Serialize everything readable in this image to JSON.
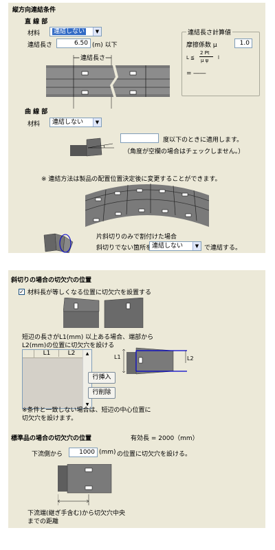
{
  "longitudinal": {
    "title": "縦方向連結条件",
    "straight": {
      "heading": "直 線 部",
      "material_label": "材料",
      "material_value": "連結しない",
      "length_label": "連結長さ",
      "length_value": "6.50",
      "length_unit": "(m) 以下",
      "diagram_label": "連結長さ"
    },
    "calc": {
      "title": "連結長さ計算値",
      "friction_label": "摩擦係数 μ",
      "friction_value": "1.0",
      "formula_lhs": "L ≦",
      "formula_num": "2 Pt",
      "formula_den": "μ ψ",
      "formula_tail": "l",
      "result": "= ――"
    },
    "curve": {
      "heading": "曲 線 部",
      "material_label": "材料",
      "material_value": "連結しない",
      "angle_value": "",
      "angle_text": "度以下のときに適用します。",
      "angle_note": "（角度が空欄の場合はチェックしません。）"
    },
    "notice": "※ 連結方法は製品の配置位置決定後に変更することができます。",
    "oblique": {
      "title": "片斜切りのみで割付けた場合",
      "prefix": "斜切りでない箇所を",
      "value": "連結しない",
      "suffix": "で連結する。"
    }
  },
  "cutout": {
    "title": "斜切りの場合の切欠穴の位置",
    "checkbox_label": "材料長が等しくなる位置に切欠穴を設置する",
    "checkbox_checked": true,
    "desc1": "短辺の長さがL1(mm) 以上ある場合、端部から",
    "desc2": "L2(mm)の位置に切欠穴を設ける",
    "grid_headers": [
      "L1",
      "L2"
    ],
    "insert_button": "行挿入",
    "delete_button": "行削除",
    "diagram_l1": "L1",
    "diagram_l2": "L2",
    "note1": "※条件と一致しない場合は、短辺の中心位置に",
    "note2": "切欠穴を設けます。"
  },
  "standard": {
    "title": "標準品の場合の切欠穴の位置",
    "effective": "有効長 = 2000（mm）",
    "prefix": "下流側から",
    "value": "1000",
    "unit": "(mm)",
    "suffix": "の位置に切欠穴を設ける。",
    "caption1": "下流端(継ぎ手含む)から切欠穴中央",
    "caption2": "までの距離"
  }
}
